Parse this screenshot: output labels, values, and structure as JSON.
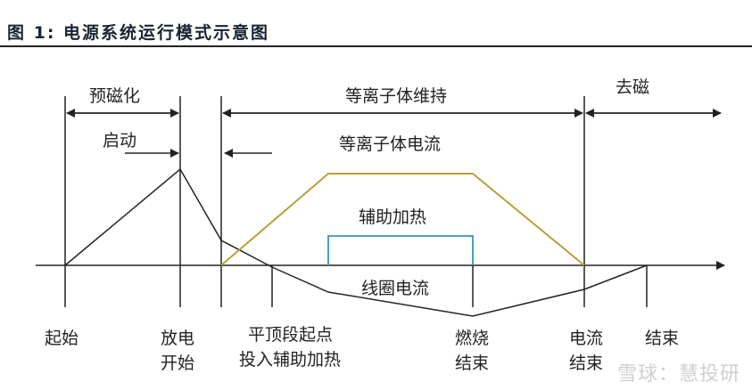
{
  "title": "图 1:  电源系统运行模式示意图",
  "phases": {
    "premagnetize": "预磁化",
    "start": "启动",
    "plasma_sustain": "等离子体维持",
    "demagnetize": "去磁"
  },
  "curves": {
    "plasma_current": "等离子体电流",
    "aux_heating": "辅助加热",
    "coil_current": "线圈电流"
  },
  "events": {
    "begin": "起始",
    "discharge_1": "放电",
    "discharge_2": "开始",
    "flattop_1": "平顶段起点",
    "flattop_2": "投入辅助加热",
    "burn_end_1": "燃烧",
    "burn_end_2": "结束",
    "current_end_1": "电流",
    "current_end_2": "结束",
    "end": "结束"
  },
  "colors": {
    "plasma": "#b8a038",
    "aux": "#3f8fbf",
    "line": "#222222"
  },
  "watermark": "雪球：慧投研"
}
